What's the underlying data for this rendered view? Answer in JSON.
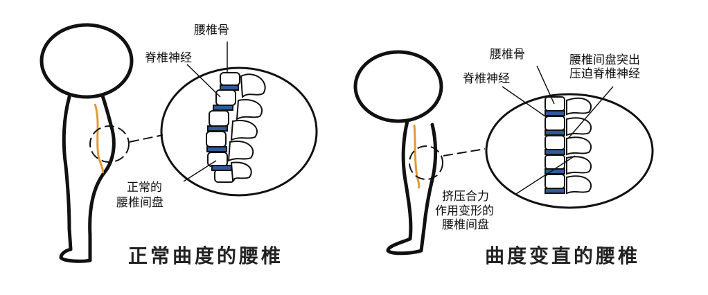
{
  "colors": {
    "outline": "#111111",
    "disc": "#2f5b9a",
    "spine_curve": "#e09a3a",
    "background": "#ffffff"
  },
  "left_panel": {
    "title": "正常曲度的腰椎",
    "labels": {
      "vertebra": "腰椎骨",
      "spinal_nerve": "脊椎神经",
      "disc_line1": "正常的",
      "disc_line2": "腰椎间盘"
    }
  },
  "right_panel": {
    "title": "曲度变直的腰椎",
    "labels": {
      "vertebra": "腰椎骨",
      "spinal_nerve": "脊椎神经",
      "herniation_line1": "腰椎间盘突出",
      "herniation_line2": "压迫脊椎神经",
      "deformed_line1": "挤压合力",
      "deformed_line2": "作用变形的",
      "deformed_line3": "腰椎间盘"
    }
  }
}
